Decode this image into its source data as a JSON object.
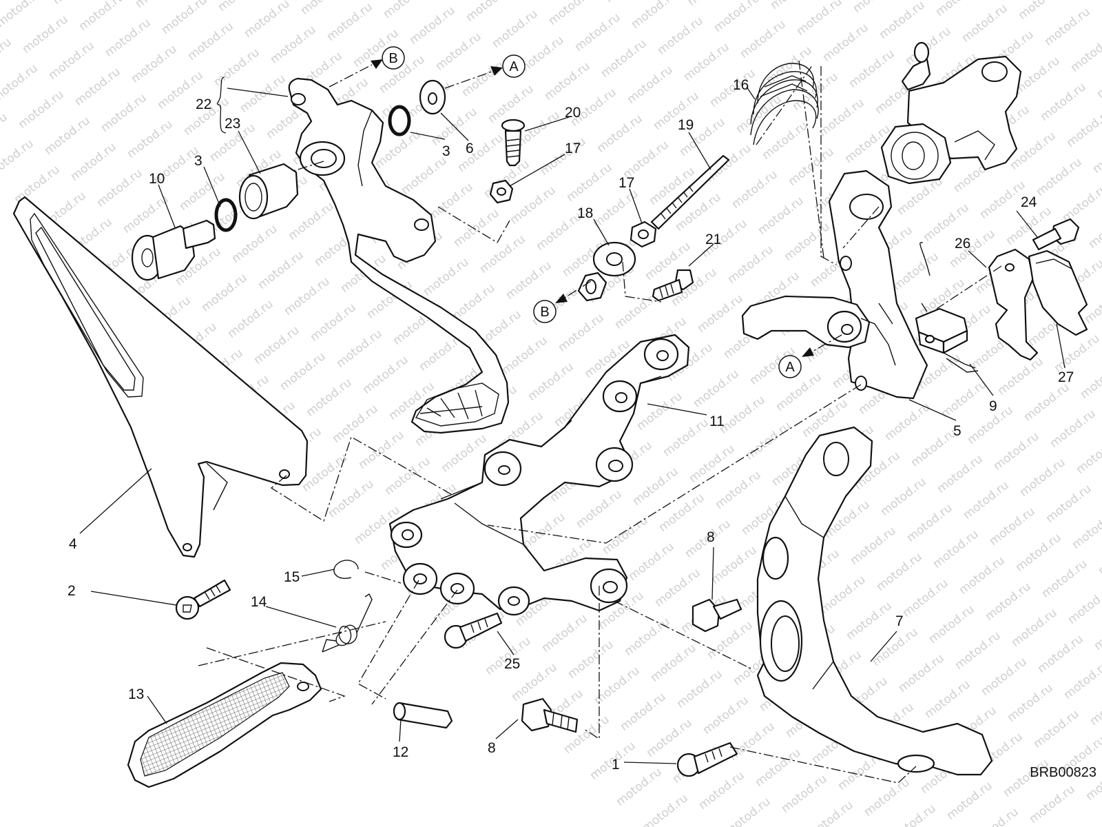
{
  "watermark": "motod.ru",
  "reference_code": "BRB00823",
  "callouts": {
    "c1": "1",
    "c2": "2",
    "c3a": "3",
    "c3b": "3",
    "c4": "4",
    "c5": "5",
    "c6": "6",
    "c7": "7",
    "c8a": "8",
    "c8b": "8",
    "c9": "9",
    "c10": "10",
    "c11": "11",
    "c12": "12",
    "c13": "13",
    "c14": "14",
    "c15": "15",
    "c16": "16",
    "c17a": "17",
    "c17b": "17",
    "c18": "18",
    "c19": "19",
    "c20": "20",
    "c21": "21",
    "c22": "22",
    "c23": "23",
    "c24": "24",
    "c25": "25",
    "c26": "26",
    "c27": "27"
  },
  "connectors": {
    "b_top": "B",
    "a_top": "A",
    "b_mid": "B",
    "a_mid": "A"
  }
}
